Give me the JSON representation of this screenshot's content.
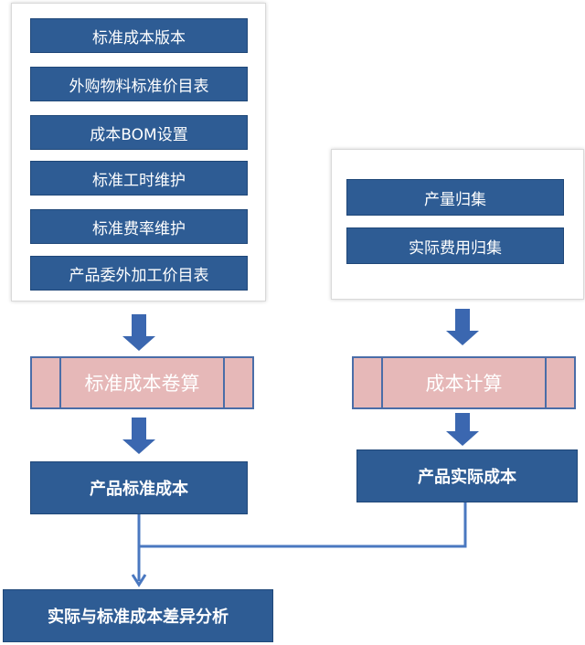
{
  "left_inputs": {
    "items": [
      "标准成本版本",
      "外购物料标准价目表",
      "成本BOM设置",
      "标准工时维护",
      "标准费率维护",
      "产品委外加工价目表"
    ]
  },
  "right_inputs": {
    "items": [
      "产量归集",
      "实际费用归集"
    ]
  },
  "processes": {
    "standard_rollup": "标准成本卷算",
    "cost_calc": "成本计算"
  },
  "results": {
    "standard_cost": "产品标准成本",
    "actual_cost": "产品实际成本",
    "variance_analysis": "实际与标准成本差异分析"
  },
  "colors": {
    "box_fill": "#2e5c94",
    "process_fill": "#e6b8b8",
    "arrow": "#3b67b0",
    "connector": "#4a78c0"
  }
}
